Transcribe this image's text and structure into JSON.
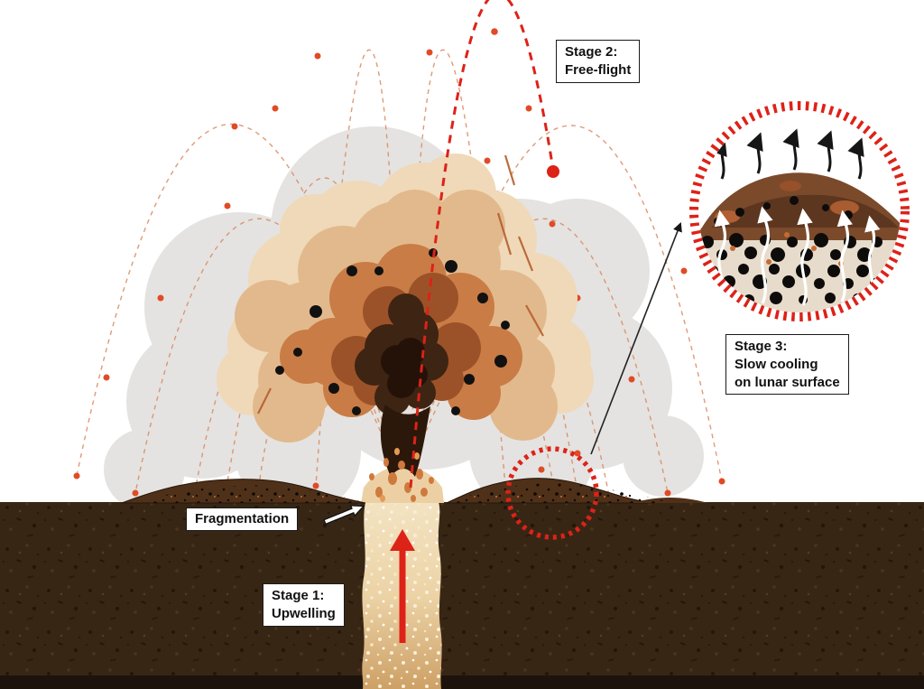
{
  "diagram": {
    "stage1": {
      "line1": "Stage 1:",
      "line2": "Upwelling"
    },
    "stage2": {
      "line1": "Stage 2:",
      "line2": "Free-flight"
    },
    "stage3": {
      "line1": "Stage 3:",
      "line2": "Slow cooling",
      "line3": "on lunar surface"
    },
    "fragmentation_label": "Fragmentation"
  },
  "colors": {
    "background": "#ffffff",
    "accent_red": "#dd2218",
    "trajectory_orange": "#d98a5f",
    "pyroclast_dot": "#e04b26",
    "ground_brown": "#382615",
    "conduit_cream": "#f3e3c2",
    "conduit_tan": "#cda066",
    "plume_cream": "#efd9b8",
    "plume_tan": "#e2b98c",
    "plume_orange": "#c97c45",
    "plume_dark_brown": "#3e2413",
    "ash_gray": "#e4e3e1",
    "deposit_brown": "#4f3018",
    "clast_black": "#111111",
    "inset_matrix": "#e7dccb",
    "inset_brown": "#7b4a2b"
  }
}
